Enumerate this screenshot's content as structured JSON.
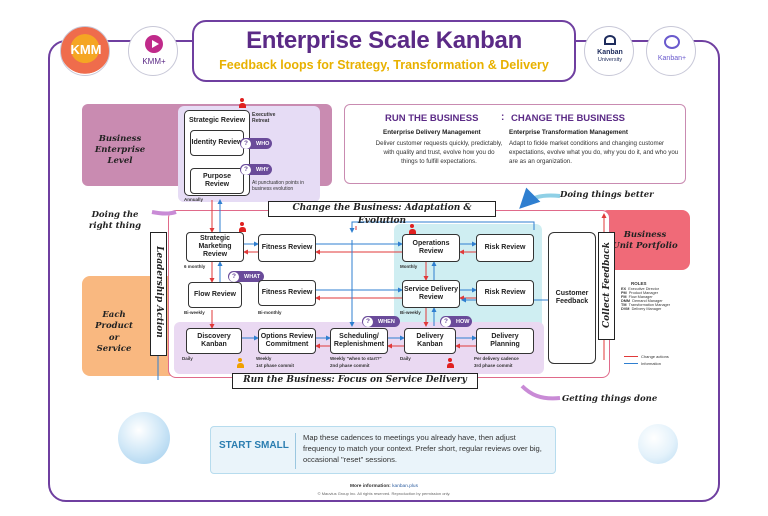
{
  "header": {
    "title": "Enterprise Scale Kanban",
    "subtitle": "Feedback loops for Strategy, Transformation & Delivery",
    "logo_kmm": "KMM",
    "logo_kmm_plus": "KMM+",
    "logo_ku_line1": "Kanban",
    "logo_ku_line2": "University",
    "logo_kanban_plus": "Kanban+"
  },
  "run_change": {
    "heading_run": "RUN THE BUSINESS",
    "colon": ":",
    "heading_change": "CHANGE THE BUSINESS",
    "run_sub": "Enterprise Delivery Management",
    "run_text": "Deliver customer requests quickly, predictably, with quality and trust, evolve how you do things to fulfill expectations.",
    "change_sub": "Enterprise Transformation Management",
    "change_text": "Adapt to fickle market conditions and changing customer expectations, evolve what you do, why you do it, and who you are as an organization."
  },
  "levels": {
    "business_enterprise": "Business Enterprise Level",
    "business_unit": "Business Unit Portfolio",
    "product_service": "Each Product or Service"
  },
  "side_labels": {
    "doing_right_thing": "Doing the right thing",
    "doing_things_better": "Doing things better",
    "getting_things_done": "Getting things done",
    "leadership_action": "Leadership Action",
    "collect_feedback": "Collect Feedback"
  },
  "banners": {
    "change_business": "Change the Business: Adaptation & Evolution",
    "run_business": "Run the Business: Focus on Service Delivery"
  },
  "boxes": {
    "strategic_review": "Strategic Review",
    "executive_retreat": "Executive Retreat",
    "identity_review": "Identity Review",
    "purpose_review": "Purpose Review",
    "punctuation_note": "At punctuation points in business evolution",
    "annually": "Annually",
    "strategic_marketing_review": "Strategic Marketing Review",
    "six_monthly": "6 monthly",
    "fitness_review_top": "Fitness Review",
    "fitness_review_bottom": "Fitness Review",
    "bi_monthly": "Bi-monthly",
    "flow_review": "Flow Review",
    "bi_weekly_left": "Bi-weekly",
    "operations_review": "Operations Review",
    "monthly": "Monthly",
    "risk_review_top": "Risk Review",
    "risk_review_bottom": "Risk Review",
    "service_delivery_review": "Service Delivery Review",
    "bi_weekly_right": "Bi-weekly",
    "customer_feedback": "Customer Feedback",
    "discovery_kanban": "Discovery Kanban",
    "daily_left": "Daily",
    "options_review": "Options Review Commitment",
    "weekly": "Weekly",
    "first_commit": "1st phase commit",
    "scheduling": "Scheduling/ Replenishment",
    "weekly_when": "Weekly \"when to start?\"",
    "second_commit": "2nd phase commit",
    "delivery_kanban": "Delivery Kanban",
    "daily_right": "Daily",
    "delivery_planning": "Delivery Planning",
    "per_delivery": "Per delivery cadence",
    "third_commit": "3rd phase commit"
  },
  "questions": {
    "who": "WHO",
    "why": "WHY",
    "what": "WHAT",
    "when": "WHEN",
    "how": "HOW",
    "mark": "?"
  },
  "roles": {
    "title": "ROLES",
    "items": [
      {
        "code": "EX",
        "name": "Executive Director"
      },
      {
        "code": "PM",
        "name": "Product Manager"
      },
      {
        "code": "FM",
        "name": "Flow Manager"
      },
      {
        "code": "DMM",
        "name": "Demand Manager"
      },
      {
        "code": "TM",
        "name": "Transformation Manager"
      },
      {
        "code": "DVM",
        "name": "Delivery Manager"
      }
    ],
    "legend_change": "Change actions",
    "legend_info": "Information"
  },
  "start_small": {
    "heading": "START SMALL",
    "text": "Map these cadences to meetings you already have, then adjust frequency to match your context. Prefer short, regular reviews over big, occasional \"reset\" sessions."
  },
  "footer": {
    "more_info_label": "More information:",
    "more_info_link": "kanban.plus",
    "copyright": "© Mauvius Group Inc. All rights reserved. Reproduction by permission only."
  },
  "colors": {
    "purple": "#6f3fa0",
    "gold": "#e8b100",
    "pink_zone": "#c98bb1",
    "lavender_zone": "#e6dcf5",
    "red_zone": "#f06a78",
    "orange_zone": "#f9b880",
    "teal_zone": "#cfeef2",
    "arrow_red": "#e03a3a",
    "arrow_blue": "#2f7fd0"
  }
}
